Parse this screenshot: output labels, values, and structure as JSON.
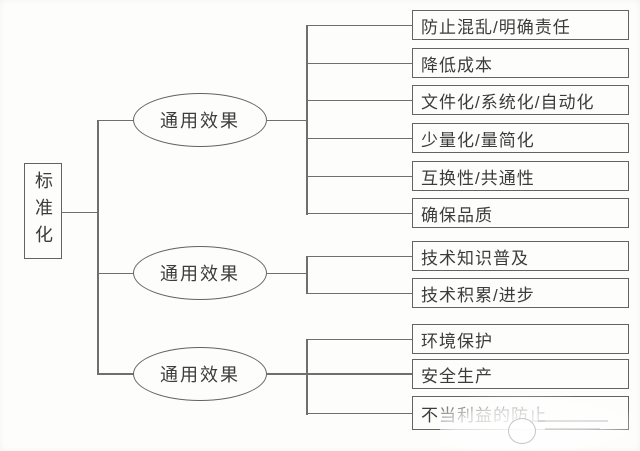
{
  "diagram": {
    "title": "standardization-effects-tree",
    "colors": {
      "line": "#6f6f6f",
      "text": "#3c3c3c",
      "background": "#fdfdfc"
    },
    "root_label": "标准化",
    "groups": [
      {
        "node": "通用效果",
        "leaves": [
          "防止混乱/明确责任",
          "降低成本",
          "文件化/系统化/自动化",
          "少量化/量简化",
          "互换性/共通性",
          "确保品质"
        ]
      },
      {
        "node": "通用效果",
        "leaves": [
          "技术知识普及",
          "技术积累/进步"
        ]
      },
      {
        "node": "通用效果",
        "leaves": [
          "环境保护",
          "安全生产",
          "不当利益的防止"
        ]
      }
    ]
  }
}
